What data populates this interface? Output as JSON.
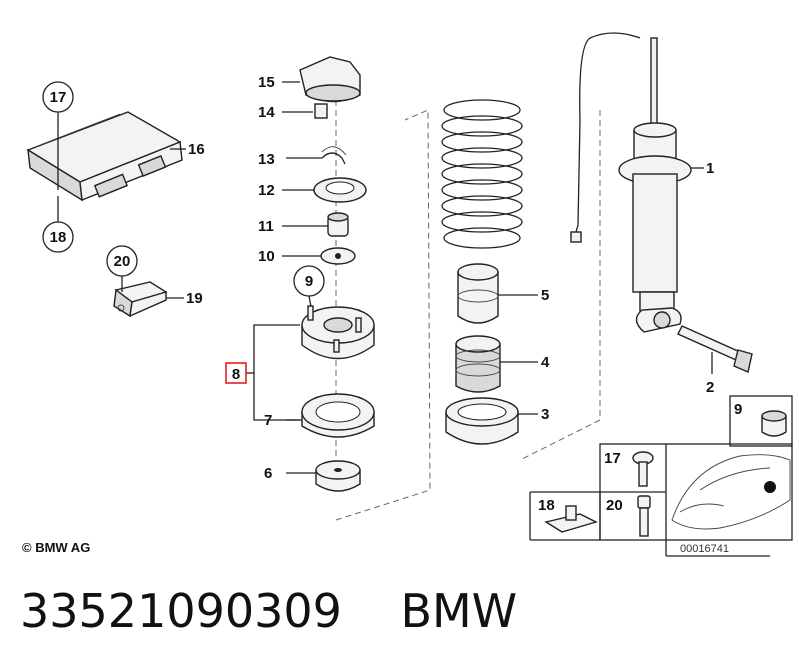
{
  "diagram": {
    "callouts": {
      "c1": "1",
      "c2": "2",
      "c3": "3",
      "c4": "4",
      "c5": "5",
      "c6": "6",
      "c7": "7",
      "c8": "8",
      "c9": "9",
      "c10": "10",
      "c11": "11",
      "c12": "12",
      "c13": "13",
      "c14": "14",
      "c15": "15",
      "c16": "16",
      "c17": "17",
      "c18": "18",
      "c19": "19",
      "c20": "20"
    },
    "inset": {
      "i9": "9",
      "i17": "17",
      "i18": "18",
      "i20": "20",
      "reference": "00016741"
    },
    "highlight_color": "#e02020"
  },
  "copyright": "© BMW AG",
  "footer": {
    "part_number": "33521090309",
    "brand": "BMW"
  }
}
